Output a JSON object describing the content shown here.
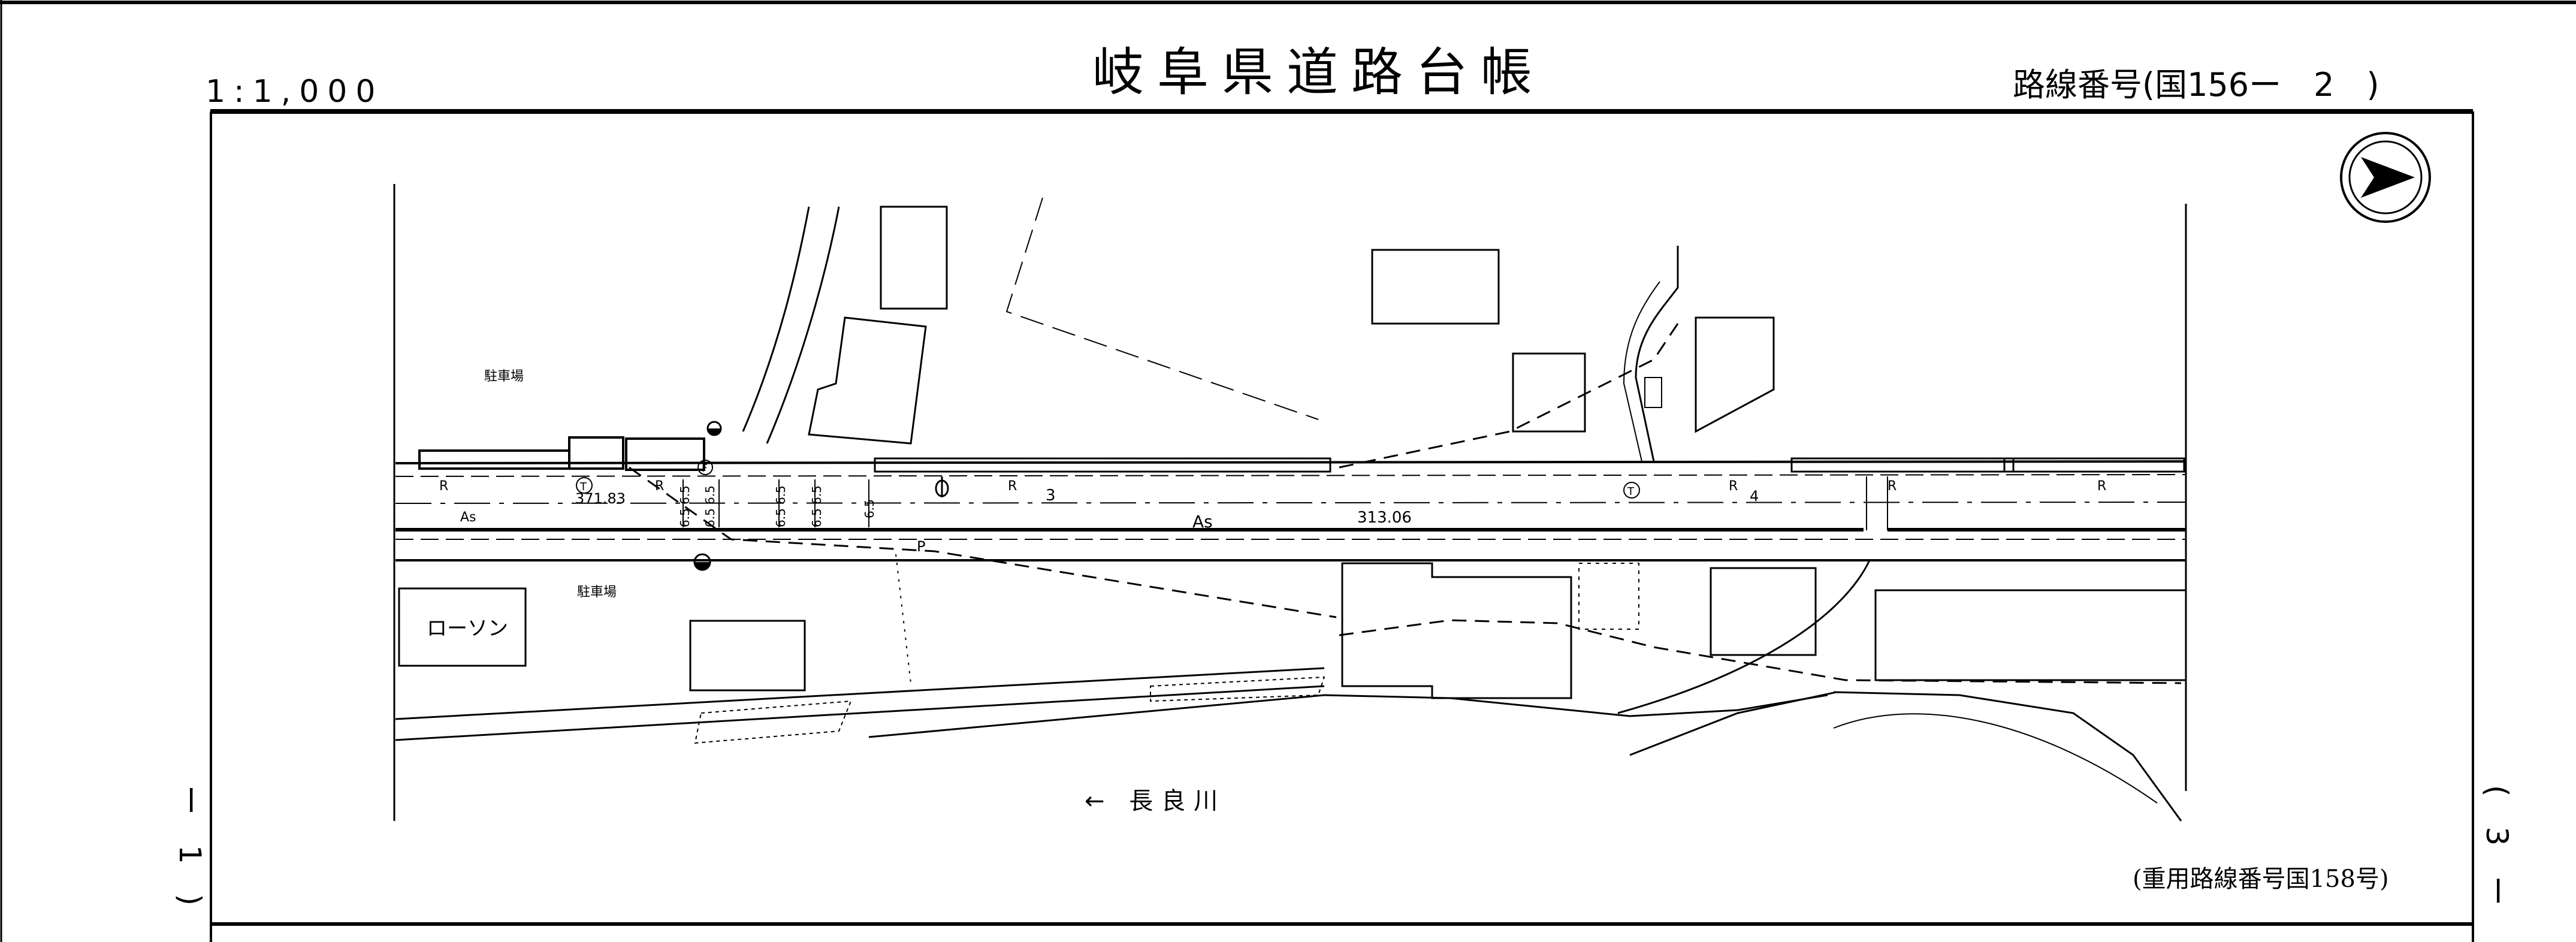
{
  "header": {
    "scale": "1:1,000",
    "title": "岐阜県道路台帳",
    "route_number": "路線番号(国156ー　2　)"
  },
  "side_labels": {
    "left": "ー　1　)",
    "right": "(　3　ー"
  },
  "map": {
    "north_arrow": "north-arrow-icon",
    "labels": {
      "parking_top": "駐車場",
      "parking_bottom": "駐車場",
      "lawson": "ローソン",
      "river": "← 長良川",
      "overlap_route": "(重用路線番号国158号)",
      "pavement_left": "As",
      "pavement_mid": "As",
      "station_1": "371.83",
      "station_2": "313.06",
      "section_3": "3",
      "section_4": "4",
      "p_mark": "P",
      "t_mark_1": "T",
      "t_mark_2": "T",
      "f_mark": "F",
      "r_labels": [
        "R",
        "R",
        "R",
        "R",
        "R",
        "R"
      ],
      "widths": [
        "6.5",
        "6.5",
        "6.5",
        "6.5",
        "6.5",
        "6.5",
        "6.5",
        "6.5",
        "6.5"
      ]
    }
  }
}
